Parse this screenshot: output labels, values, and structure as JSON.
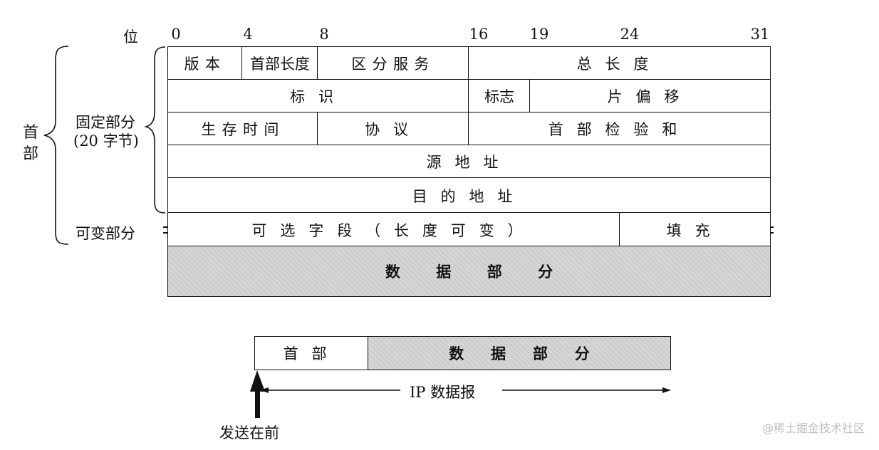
{
  "bit_axis": {
    "label": "位",
    "positions": [
      "0",
      "4",
      "8",
      "16",
      "19",
      "24",
      "31"
    ]
  },
  "side_labels": {
    "header": "首部",
    "fixed_part": "固定部分",
    "fixed_size": "(20 字节)",
    "variable_part": "可变部分"
  },
  "rows": {
    "row1": {
      "version": "版本",
      "header_length": "首部长度",
      "diff_services": "区分服务",
      "total_length": "总长度"
    },
    "row2": {
      "identification": "标识",
      "flags": "标志",
      "fragment_offset": "片偏移"
    },
    "row3": {
      "ttl": "生存时间",
      "protocol": "协议",
      "checksum": "首部检验和"
    },
    "row4": {
      "source_address": "源地址"
    },
    "row5": {
      "destination_address": "目的地址"
    },
    "row6": {
      "options": "可选字段（长度可变）",
      "padding": "填充"
    },
    "data": {
      "data_part": "数据部分"
    }
  },
  "datagram": {
    "header": "首部",
    "data": "数据部分",
    "arrow_label": "IP 数据报",
    "send_first": "发送在前"
  },
  "watermark": "@稀土掘金技术社区"
}
